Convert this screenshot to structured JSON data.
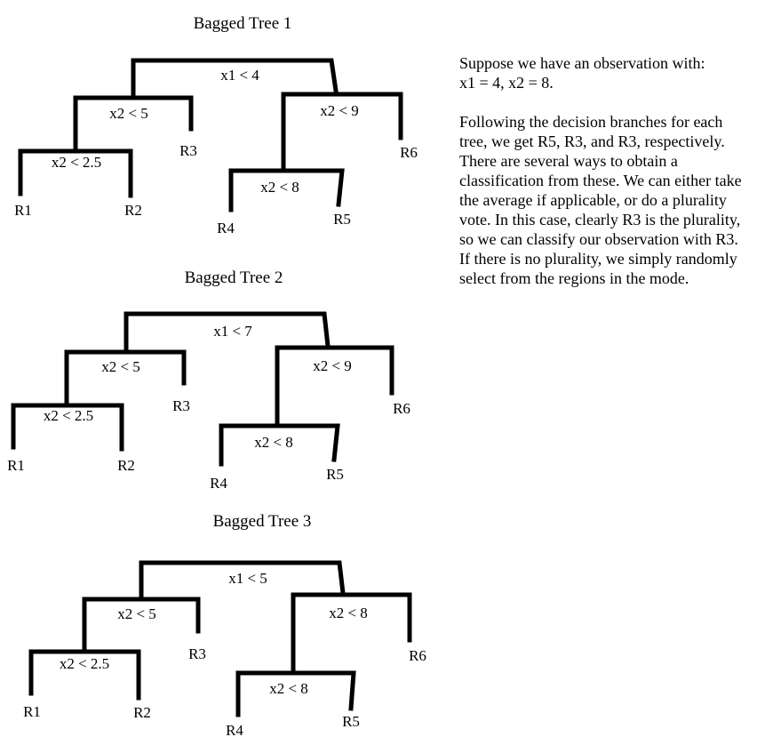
{
  "explanation": {
    "observation_line1": "Suppose we have an observation with:",
    "observation_line2": "x1 = 4, x2 = 8.",
    "paragraph": "Following the decision branches for each tree, we get R5, R3, and R3, respectively. There are several ways to obtain a classification from these. We can either take the average if applicable, or do a plurality vote. In this case, clearly R3 is the plurality, so we can classify our observation with R3. If there is no plurality, we simply randomly select from the regions in the mode."
  },
  "trees": [
    {
      "title": "Bagged Tree 1",
      "splits": {
        "root": "x1 < 4",
        "left": "x2 < 5",
        "left_left": "x2 < 2.5",
        "right": "x2 < 9",
        "right_left": "x2 < 8"
      },
      "leaves": [
        "R1",
        "R2",
        "R3",
        "R4",
        "R5",
        "R6"
      ]
    },
    {
      "title": "Bagged Tree 2",
      "splits": {
        "root": "x1 < 7",
        "left": "x2 < 5",
        "left_left": "x2 < 2.5",
        "right": "x2 < 9",
        "right_left": "x2 < 8"
      },
      "leaves": [
        "R1",
        "R2",
        "R3",
        "R4",
        "R5",
        "R6"
      ]
    },
    {
      "title": "Bagged Tree 3",
      "splits": {
        "root": "x1 < 5",
        "left": "x2 < 5",
        "left_left": "x2 < 2.5",
        "right": "x2 < 8",
        "right_left": "x2 < 8"
      },
      "leaves": [
        "R1",
        "R2",
        "R3",
        "R4",
        "R5",
        "R6"
      ]
    }
  ]
}
